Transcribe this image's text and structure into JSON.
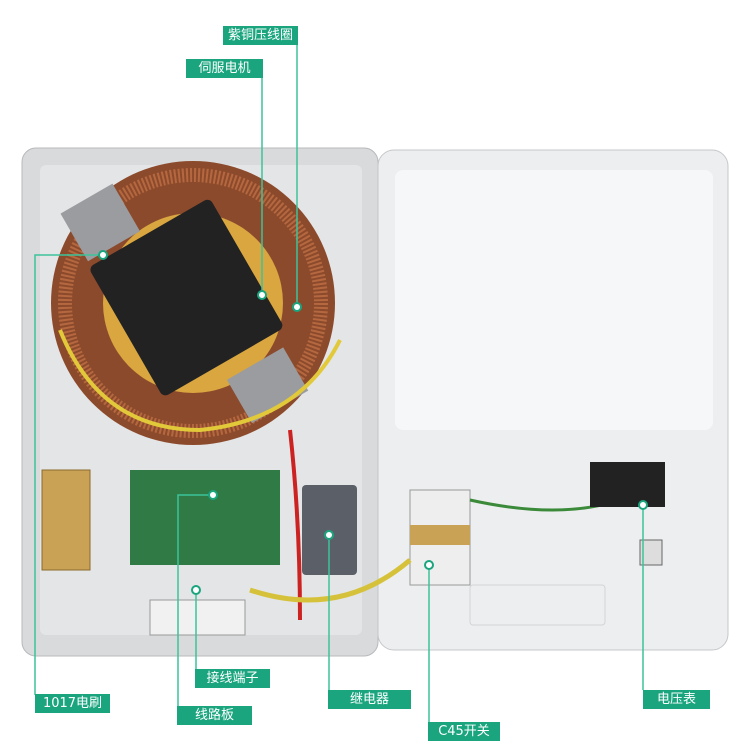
{
  "labels": {
    "copper_coil": "紫铜压线圈",
    "servo_motor": "伺服电机",
    "brush": "1017电刷",
    "terminal": "接线端子",
    "circuit_board": "线路板",
    "relay": "继电器",
    "switch": "C45开关",
    "voltmeter": "电压表"
  },
  "colors": {
    "accent": "#1aa57f",
    "leader": "#3cc39a"
  }
}
